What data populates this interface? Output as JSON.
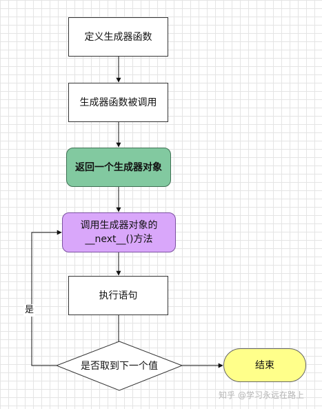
{
  "nodes": {
    "define_generator": "定义生成器函数",
    "call_generator": "生成器函数被调用",
    "return_object": "返回一个生成器对象",
    "call_next_line1": "调用生成器对象的",
    "call_next_line2": "__next__()方法",
    "execute_statement": "执行语句",
    "decision": "是否取到下一个值",
    "end": "结束"
  },
  "edges": {
    "yes_label": "是"
  },
  "watermark": {
    "platform": "知乎",
    "handle": "@学习永远在路上"
  },
  "colors": {
    "green_node": "#82c9a0",
    "purple_node": "#d9a7fa",
    "yellow_terminal": "#ffff8a"
  }
}
